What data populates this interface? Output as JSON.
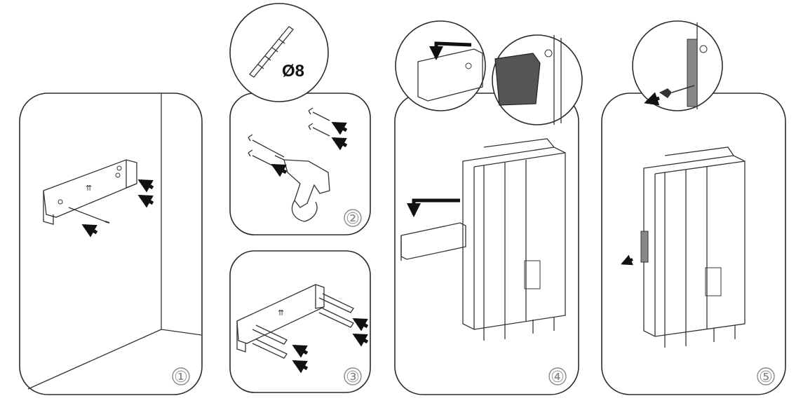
{
  "title": "",
  "drill_label": "Ø8",
  "steps": [
    {
      "number": "①"
    },
    {
      "number": "②"
    },
    {
      "number": "③"
    },
    {
      "number": "④"
    },
    {
      "number": "⑤"
    }
  ],
  "colors": {
    "outline": "#2b2b2b",
    "number": "#8a8a8a",
    "arrow": "#111111",
    "dark_fill": "#555555"
  }
}
